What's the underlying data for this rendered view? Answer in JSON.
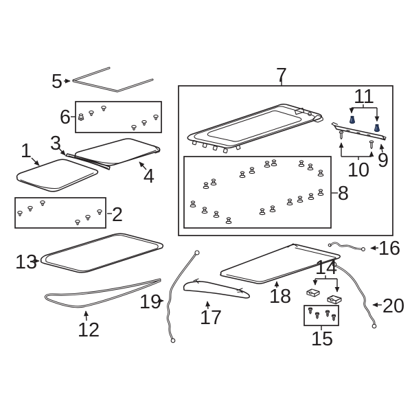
{
  "figure": {
    "kind": "exploded-parts-diagram",
    "subject": "sunroof-components",
    "background_color": "#ffffff",
    "line_color": "#231f20",
    "accent_color": "#2e4066",
    "hardware_icons": {
      "box_2": "screw-icon",
      "box_6": "screw-icon",
      "box_8": "push-pin-rivet-icon",
      "box_15": "bolt-icon",
      "item_10": "push-pin-icon",
      "item_11": "navy-grommet-nut-icon",
      "item_14": "clip-block-icon"
    }
  },
  "callouts": {
    "c1": {
      "label": "1"
    },
    "c2": {
      "label": "2"
    },
    "c3": {
      "label": "3"
    },
    "c4": {
      "label": "4"
    },
    "c5": {
      "label": "5"
    },
    "c6": {
      "label": "6"
    },
    "c7": {
      "label": "7"
    },
    "c8": {
      "label": "8"
    },
    "c9": {
      "label": "9"
    },
    "c10": {
      "label": "10"
    },
    "c11": {
      "label": "11"
    },
    "c12": {
      "label": "12"
    },
    "c13": {
      "label": "13"
    },
    "c14": {
      "label": "14"
    },
    "c15": {
      "label": "15"
    },
    "c16": {
      "label": "16"
    },
    "c17": {
      "label": "17"
    },
    "c18": {
      "label": "18"
    },
    "c19": {
      "label": "19"
    },
    "c20": {
      "label": "20"
    }
  }
}
